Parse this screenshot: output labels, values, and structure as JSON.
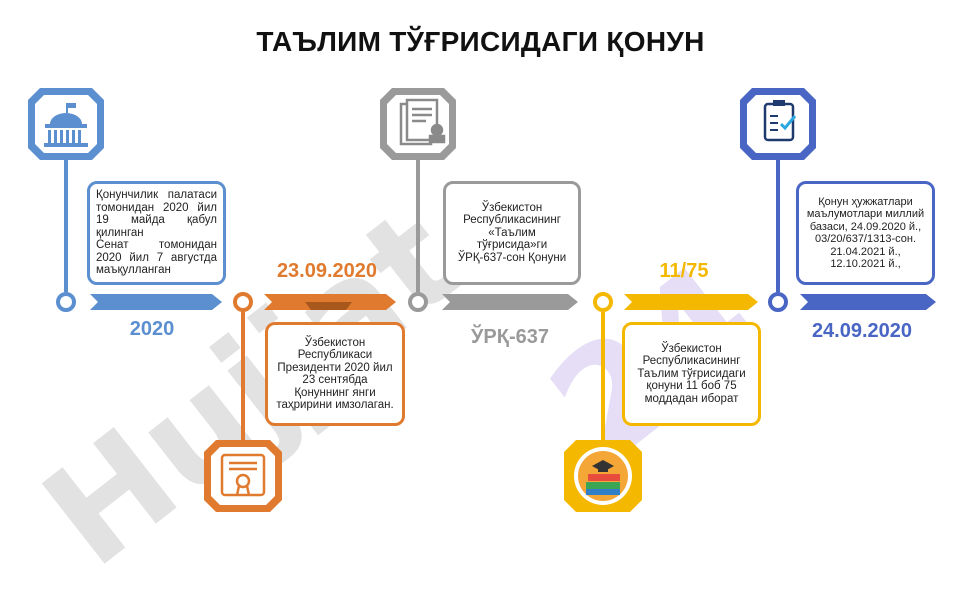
{
  "title": "ТАЪЛИМ ТЎҒРИСИДАГИ ҚОНУН",
  "colors": {
    "blue": "#5b8fd0",
    "orange": "#e07a2e",
    "gray": "#9a9a9a",
    "yellow": "#f5b800",
    "dark_blue": "#4a66c4"
  },
  "steps": [
    {
      "icon": "parliament-building-icon",
      "box_text": "Қонунчилик палатаси томонидан 2020 йил 19 майда қабул қилинган\nСенат томонидан 2020 йил 7 августда маъқулланган",
      "label": "2020"
    },
    {
      "icon": "scroll-seal-icon",
      "box_text": "Ўзбекистон Республикаси Президенти 2020 йил 23 сентябда Қонуннинг янги таҳририни имзолаган.",
      "label": "23.09.2020"
    },
    {
      "icon": "document-stamp-icon",
      "box_text": "Ўзбекистон Республикасининг «Таълим тўғрисида»ги ЎРҚ-637-сон Қонуни",
      "label": "ЎРҚ-637"
    },
    {
      "icon": "books-graduation-icon",
      "box_text": "Ўзбекистон Республикасининг Таълим тўғрисидаги қонуни  11 боб 75 моддадан иборат",
      "label": "11/75"
    },
    {
      "icon": "clipboard-check-icon",
      "box_text": "Қонун ҳужжатлари маълумотлари миллий базаси, 24.09.2020 й., 03/20/637/1313-сон. 21.04.2021 й., 12.10.2021 й.,",
      "label": "24.09.2020"
    }
  ]
}
